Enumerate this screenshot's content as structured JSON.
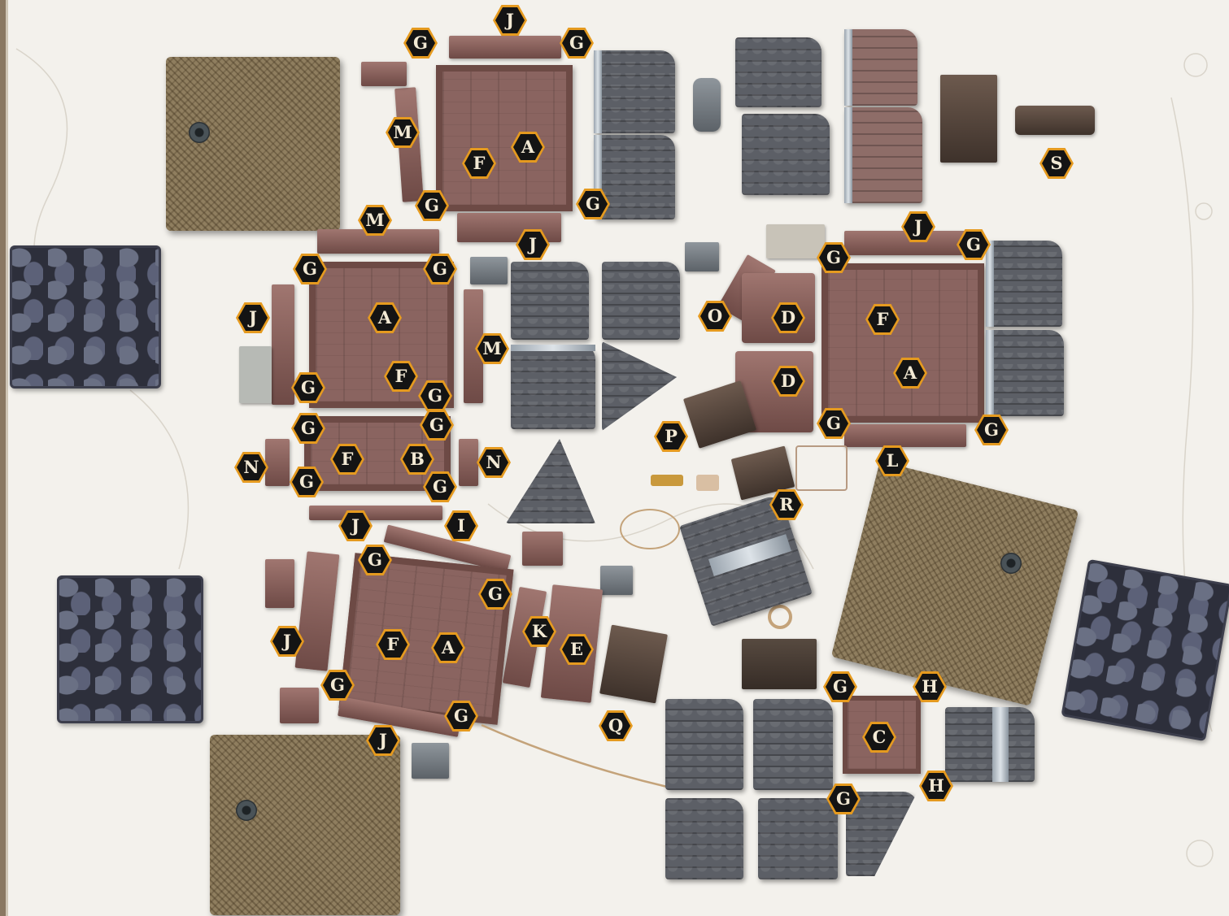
{
  "labels": [
    {
      "id": "l1",
      "text": "J"
    },
    {
      "id": "l2",
      "text": "G"
    },
    {
      "id": "l3",
      "text": "G"
    },
    {
      "id": "l4",
      "text": "M"
    },
    {
      "id": "l5",
      "text": "A"
    },
    {
      "id": "l6",
      "text": "F"
    },
    {
      "id": "l7",
      "text": "G"
    },
    {
      "id": "l8",
      "text": "G"
    },
    {
      "id": "l9",
      "text": "M"
    },
    {
      "id": "l10",
      "text": "J"
    },
    {
      "id": "l11",
      "text": "S"
    },
    {
      "id": "l12",
      "text": "G"
    },
    {
      "id": "l13",
      "text": "G"
    },
    {
      "id": "l14",
      "text": "J"
    },
    {
      "id": "l15",
      "text": "A"
    },
    {
      "id": "l16",
      "text": "M"
    },
    {
      "id": "l17",
      "text": "G"
    },
    {
      "id": "l18",
      "text": "F"
    },
    {
      "id": "l19",
      "text": "G"
    },
    {
      "id": "l20",
      "text": "G"
    },
    {
      "id": "l21",
      "text": "G"
    },
    {
      "id": "l22",
      "text": "N"
    },
    {
      "id": "l23",
      "text": "F"
    },
    {
      "id": "l24",
      "text": "B"
    },
    {
      "id": "l25",
      "text": "N"
    },
    {
      "id": "l26",
      "text": "G"
    },
    {
      "id": "l27",
      "text": "G"
    },
    {
      "id": "l28",
      "text": "J"
    },
    {
      "id": "l29",
      "text": "I"
    },
    {
      "id": "l30",
      "text": "J"
    },
    {
      "id": "l31",
      "text": "G"
    },
    {
      "id": "l32",
      "text": "G"
    },
    {
      "id": "l33",
      "text": "O"
    },
    {
      "id": "l34",
      "text": "D"
    },
    {
      "id": "l35",
      "text": "F"
    },
    {
      "id": "l36",
      "text": "D"
    },
    {
      "id": "l37",
      "text": "A"
    },
    {
      "id": "l38",
      "text": "G"
    },
    {
      "id": "l39",
      "text": "G"
    },
    {
      "id": "l40",
      "text": "P"
    },
    {
      "id": "l41",
      "text": "L"
    },
    {
      "id": "l42",
      "text": "R"
    },
    {
      "id": "l43",
      "text": "G"
    },
    {
      "id": "l44",
      "text": "G"
    },
    {
      "id": "l45",
      "text": "J"
    },
    {
      "id": "l46",
      "text": "K"
    },
    {
      "id": "l47",
      "text": "E"
    },
    {
      "id": "l48",
      "text": "F"
    },
    {
      "id": "l49",
      "text": "A"
    },
    {
      "id": "l50",
      "text": "G"
    },
    {
      "id": "l51",
      "text": "G"
    },
    {
      "id": "l52",
      "text": "J"
    },
    {
      "id": "l53",
      "text": "Q"
    },
    {
      "id": "l54",
      "text": "G"
    },
    {
      "id": "l55",
      "text": "H"
    },
    {
      "id": "l56",
      "text": "C"
    },
    {
      "id": "l57",
      "text": "H"
    },
    {
      "id": "l58",
      "text": "G"
    }
  ],
  "colors": {
    "label_fill": "#141414",
    "label_border": "#e59a1f",
    "label_text": "#f2e9d4",
    "background": "#f3f1ec"
  },
  "pieces": [
    "floor-tile",
    "wall-section",
    "slate-roof-panel",
    "copper-roof-panel",
    "thatch-roof",
    "cobblestone-base",
    "chimney",
    "door",
    "window-frame",
    "cannon",
    "rope",
    "crate"
  ]
}
